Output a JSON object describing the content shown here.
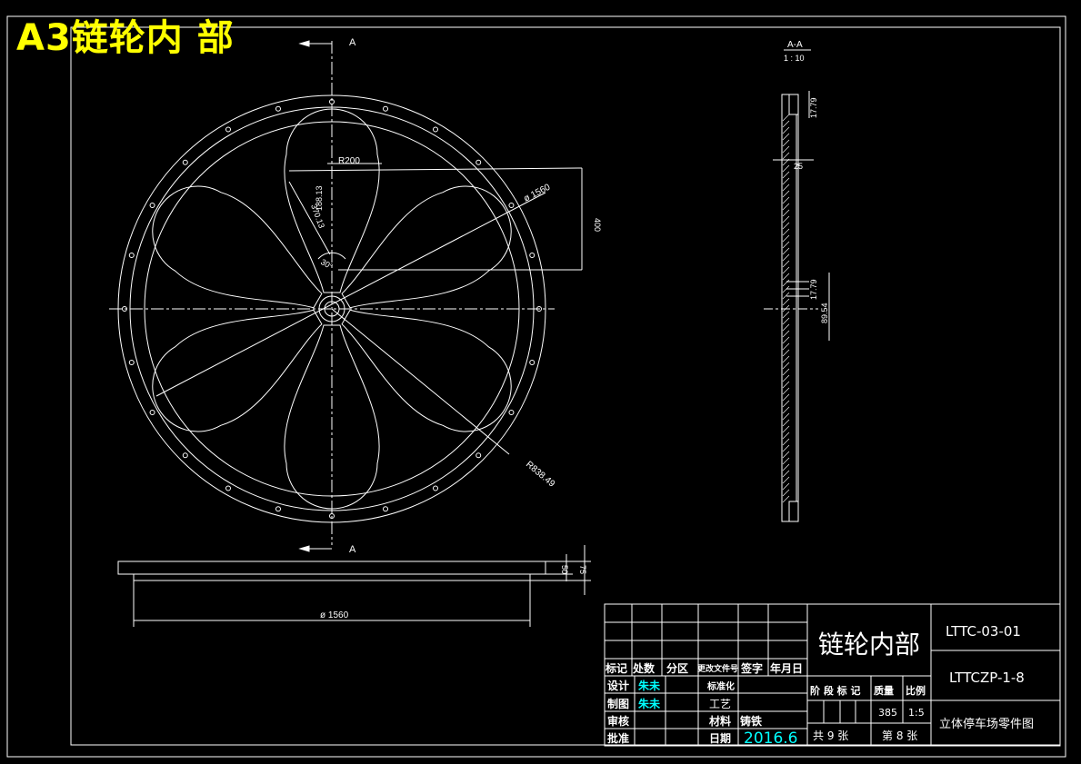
{
  "sheet": {
    "badge_title": "A3链轮内 部"
  },
  "section_labels": {
    "cut_top": "A",
    "cut_bottom": "A",
    "section_title": "A-A",
    "section_scale": "1 : 10"
  },
  "dimensions": {
    "r200": "R200",
    "d1560_main": "ø 1560",
    "d400": "400",
    "d37013": "370.13",
    "d18813": "188.13",
    "a30": "30°",
    "r83849": "R838.49",
    "s1779": "17.79",
    "s25": "25",
    "s1779b": "17.79",
    "s8954": "89.54",
    "b50": "50",
    "b75": "75",
    "bd1560": "ø 1560"
  },
  "title_block": {
    "part_name": "链轮内部",
    "drawing_no": "LTTC-03-01",
    "assembly_no": "LTTCZP-1-8",
    "project": "立体停车场零件图",
    "hdr_mark": "标记",
    "hdr_count": "处数",
    "hdr_zone": "分区",
    "hdr_change": "更改文件号",
    "hdr_sign": "签字",
    "hdr_date": "年月日",
    "row_design": "设计",
    "row_draw": "制图",
    "row_check": "审核",
    "row_approve": "批准",
    "designer": "朱未",
    "drafter": "朱未",
    "std": "标准化",
    "process": "工艺",
    "material_label": "材料",
    "material": "铸铁",
    "date_label": "日期",
    "date": "2016.6",
    "stage": "阶 段 标 记",
    "mass_label": "质量",
    "scale_label": "比例",
    "mass": "385",
    "scale": "1:5",
    "total_sheets": "共 9 张",
    "sheet_no": "第 8 张"
  },
  "colors": {
    "line": "#ffffff",
    "accent_yellow": "#ffff00",
    "accent_cyan": "#00ffff",
    "background": "#000000"
  }
}
